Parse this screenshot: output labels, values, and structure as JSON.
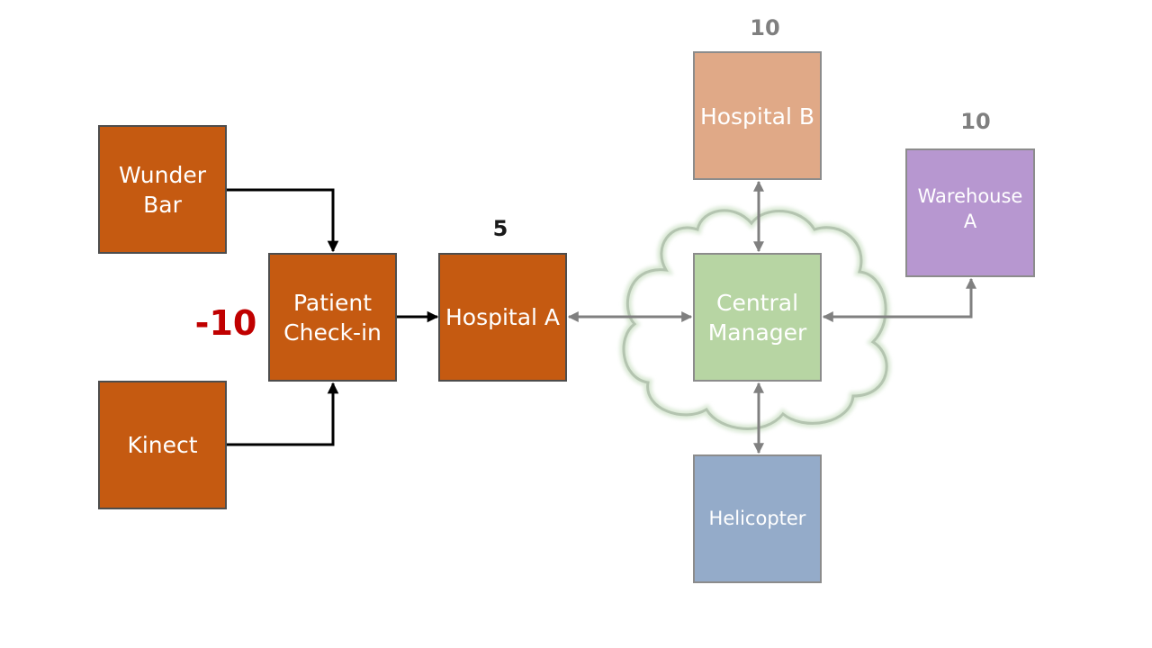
{
  "colors": {
    "orange_node": "#c55a11",
    "peach_node": "#e0a987",
    "purple_node": "#b797d0",
    "green_node": "#b7d5a3",
    "blue_node": "#94abc9",
    "node_border": "#4d4d4d",
    "gray_connector": "#808080",
    "black_connector": "#000000",
    "cloud_stroke": "#b4c4b0",
    "negative_score": "#c00000",
    "gray_score": "#7f7f7f",
    "dark_score": "#1a1a1a"
  },
  "nodes": {
    "wunder_bar": {
      "label": "Wunder\nBar"
    },
    "kinect": {
      "label": "Kinect"
    },
    "patient_checkin": {
      "label": "Patient\nCheck-in"
    },
    "hospital_a": {
      "label": "Hospital A"
    },
    "central_manager": {
      "label": "Central\nManager"
    },
    "hospital_b": {
      "label": "Hospital B"
    },
    "warehouse_a": {
      "label": "Warehouse\nA"
    },
    "helicopter": {
      "label": "Helicopter"
    }
  },
  "scores": {
    "patient_checkin": "-10",
    "hospital_a": "5",
    "hospital_b": "10",
    "warehouse_a": "10"
  },
  "edges": [
    {
      "from": "wunder_bar",
      "to": "patient_checkin",
      "direction": "one-way"
    },
    {
      "from": "kinect",
      "to": "patient_checkin",
      "direction": "one-way"
    },
    {
      "from": "patient_checkin",
      "to": "hospital_a",
      "direction": "one-way"
    },
    {
      "from": "hospital_a",
      "to": "central_manager",
      "direction": "two-way"
    },
    {
      "from": "hospital_b",
      "to": "central_manager",
      "direction": "two-way"
    },
    {
      "from": "warehouse_a",
      "to": "central_manager",
      "direction": "two-way"
    },
    {
      "from": "helicopter",
      "to": "central_manager",
      "direction": "two-way"
    }
  ]
}
